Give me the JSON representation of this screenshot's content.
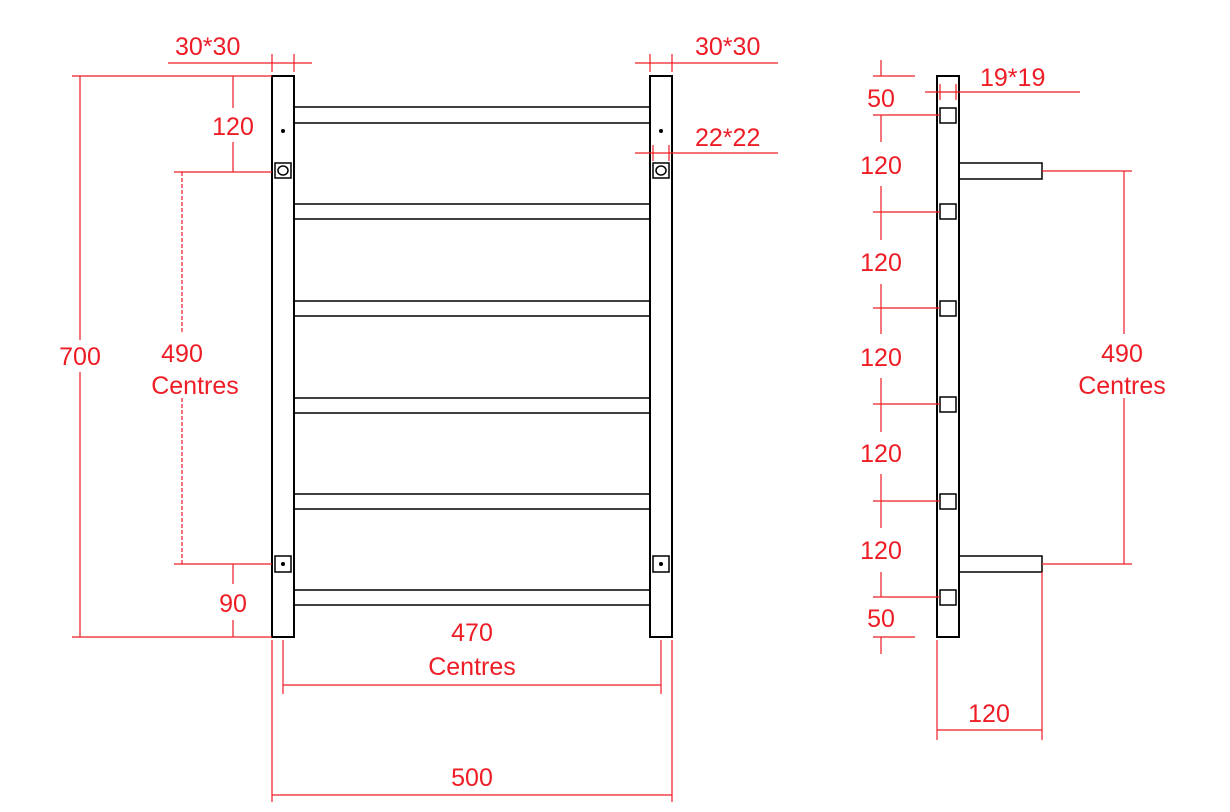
{
  "colors": {
    "dimension": "#ee1c25",
    "outline": "#000000",
    "background": "#ffffff"
  },
  "front_view": {
    "stile_left_size": "30*30",
    "stile_right_size": "30*30",
    "bracket_size": "22*22",
    "top_offset": "120",
    "bottom_offset": "90",
    "overall_height": "700",
    "bracket_centres_value": "490",
    "bracket_centres_word": "Centres",
    "stile_centres_value": "470",
    "stile_centres_word": "Centres",
    "overall_width": "500"
  },
  "side_view": {
    "rail_size": "19*19",
    "top_gap": "50",
    "rail_spacing": [
      "120",
      "120",
      "120",
      "120",
      "120"
    ],
    "bottom_gap": "50",
    "bracket_centres_value": "490",
    "bracket_centres_word": "Centres",
    "projection": "120"
  }
}
